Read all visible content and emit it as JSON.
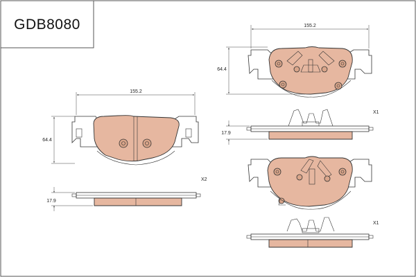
{
  "part": {
    "code": "GDB8080"
  },
  "colors": {
    "friction_material": "#e6b7a0",
    "outline": "#333333",
    "background": "#ffffff"
  },
  "views": {
    "left_pad": {
      "width_label": "155.2",
      "height_label": "64.4",
      "thickness_label": "17.9",
      "quantity": "X2"
    },
    "right_top_pad": {
      "width_label": "155.2",
      "height_label": "64.4",
      "thickness_label": "17.9",
      "quantity": "X1"
    },
    "right_bottom_pad": {
      "quantity": "X1"
    }
  }
}
